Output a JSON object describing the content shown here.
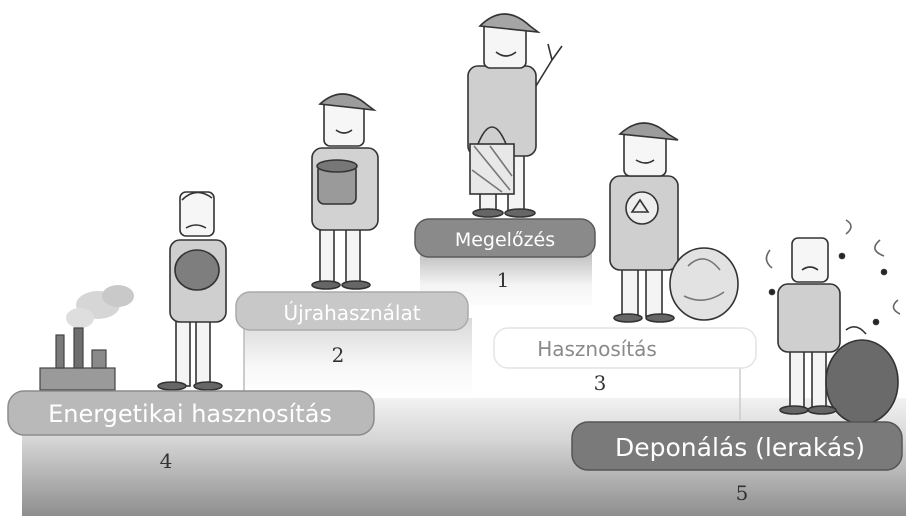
{
  "steps": [
    {
      "rank": "1",
      "label": "Megelőzés"
    },
    {
      "rank": "2",
      "label": "Újrahasználat"
    },
    {
      "rank": "3",
      "label": "Hasznosítás"
    },
    {
      "rank": "4",
      "label": "Energetikai hasznosítás"
    },
    {
      "rank": "5",
      "label": "Deponálás (lerakás)"
    }
  ],
  "colors": {
    "step1": "#8a8a8a",
    "step2": "#c8c8c8",
    "step3": "#ffffff",
    "step4": "#b9b9b9",
    "step5": "#7a7a7a",
    "podium_dark": "#8c8c8c",
    "podium_light": "#ececec",
    "outline": "#333333"
  }
}
